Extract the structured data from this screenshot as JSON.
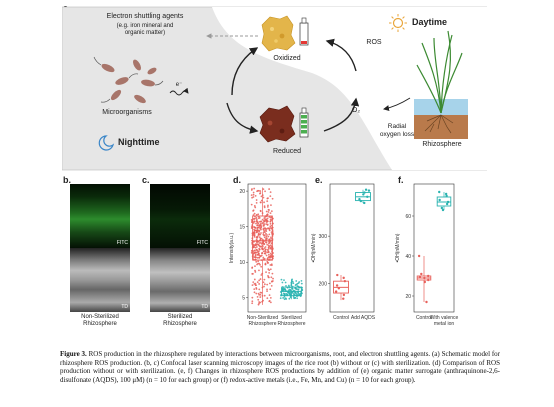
{
  "panel_a": {
    "label": "a.",
    "electron_agents": "Electron shuttling agents",
    "electron_agents_eg1": "(e.g. iron mineral and",
    "electron_agents_eg2": "organic matter)",
    "microorganisms": "Microorganisms",
    "electron": "e⁻",
    "nighttime": "Nighttime",
    "daytime": "Daytime",
    "oxidized": "Oxidized",
    "reduced": "Reduced",
    "ros": "ROS",
    "o2": "O₂",
    "radial1": "Radial",
    "radial2": "oxygen loss",
    "rhizosphere": "Rhizosphere"
  },
  "panel_b": {
    "label": "b.",
    "fitc": "FITC",
    "td": "TD",
    "caption1": "Non-Sterilized",
    "caption2": "Rhizosphere"
  },
  "panel_c": {
    "label": "c.",
    "fitc": "FITC",
    "td": "TD",
    "caption1": "Sterilized",
    "caption2": "Rhizosphere"
  },
  "panel_d": {
    "label": "d."
  },
  "panel_e": {
    "label": "e."
  },
  "panel_f": {
    "label": "f."
  },
  "chart_data": [
    {
      "type": "box",
      "panel": "d",
      "ylabel": "Intensity(a.u.)",
      "categories": [
        "Non-Sterilized Rhizosphere",
        "Sterilized Rhizosphere"
      ],
      "cat_lines": [
        [
          "Non-Sterilized",
          "Rhizosphere"
        ],
        [
          "Sterilized",
          "Rhizosphere"
        ]
      ],
      "yticks": [
        5,
        10,
        15,
        20
      ],
      "ylim": [
        3,
        21
      ],
      "boxes": [
        {
          "min": 4,
          "q1": 10.3,
          "median": 13,
          "q3": 16.5,
          "max": 20.5,
          "color": "#e8605a"
        },
        {
          "min": 4.8,
          "q1": 5.3,
          "median": 5.9,
          "q3": 6.5,
          "max": 7.6,
          "color": "#29b3b0"
        }
      ]
    },
    {
      "type": "box",
      "panel": "e",
      "ylabel": "•OH(nM/min)",
      "categories": [
        "Control",
        "Add AQDS"
      ],
      "cat_lines": [
        [
          "Control"
        ],
        [
          "Add AQDS"
        ]
      ],
      "yticks": [
        200,
        300
      ],
      "ylim": [
        140,
        410
      ],
      "boxes": [
        {
          "min": 165,
          "q1": 180,
          "median": 192,
          "q3": 205,
          "max": 218,
          "color": "#e8605a"
        },
        {
          "min": 370,
          "q1": 375,
          "median": 383,
          "q3": 392,
          "max": 398,
          "color": "#29b3b0"
        }
      ],
      "points": [
        {
          "cat": 0,
          "values": [
            168,
            176,
            183,
            190,
            196,
            205,
            212,
            218
          ]
        },
        {
          "cat": 1,
          "values": [
            370,
            374,
            378,
            383,
            388,
            392,
            396,
            398
          ]
        }
      ]
    },
    {
      "type": "box",
      "panel": "f",
      "ylabel": "•OH(nM/min)",
      "categories": [
        "Control",
        "With valence metal ion"
      ],
      "cat_lines": [
        [
          "Control"
        ],
        [
          "With valence",
          "metal ion"
        ]
      ],
      "yticks": [
        20,
        40,
        60
      ],
      "ylim": [
        12,
        76
      ],
      "boxes": [
        {
          "min": 17,
          "q1": 28,
          "median": 29,
          "q3": 30,
          "max": 40,
          "color": "#e8605a"
        },
        {
          "min": 63,
          "q1": 65,
          "median": 67,
          "q3": 69.5,
          "max": 72,
          "color": "#29b3b0"
        }
      ],
      "points": [
        {
          "cat": 0,
          "values": [
            17,
            27,
            28,
            29,
            29.5,
            30,
            31,
            40
          ]
        },
        {
          "cat": 1,
          "values": [
            63,
            64,
            66,
            67,
            68,
            70,
            71,
            72
          ]
        }
      ]
    }
  ],
  "caption": {
    "title": "Figure 3.",
    "text": " ROS production in the rhizosphere regulated by interactions between microorganisms, root, and electron shuttling agents. (a) Schematic model for rhizosphere ROS production. (b, c) Confocal laser scanning microscopy images of the rice root (b) without or (c) with sterilization. (d) Comparison of ROS production without or with sterilization. (e, f) Changes in rhizosphere ROS productions by addition of (e) organic matter surrogate (anthraquinone-2,6-disulfonate (AQDS), 100 μM) (n = 10 for each group) or (f) redox-active metals (i.e., Fe, Mn, and Cu) (n = 10 for each group)."
  }
}
